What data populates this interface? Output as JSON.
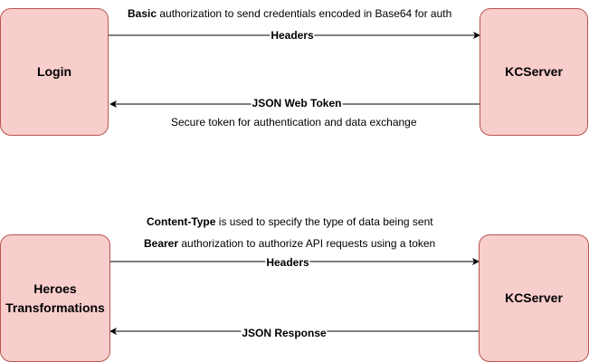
{
  "colors": {
    "node_fill": "#f8cecc",
    "node_border": "#b85450",
    "edge": "#000000"
  },
  "nodes": {
    "login": "Login",
    "kcserver_top": "KCServer",
    "heroes": "Heroes\nTransformations",
    "kcserver_bottom": "KCServer"
  },
  "edges": {
    "top_request_label": "Headers",
    "top_response_label": "JSON Web Token",
    "bottom_request_label": "Headers",
    "bottom_response_label": "JSON Response"
  },
  "notes": {
    "basic_bold": "Basic",
    "basic_rest": " authorization to send credentials encoded in Base64 for auth",
    "secure_token": "Secure token for authentication and data exchange",
    "content_type_bold": "Content-Type",
    "content_type_rest": " is used to specify the type of data being sent",
    "bearer_bold": "Bearer",
    "bearer_rest": " authorization to authorize API requests using a token"
  }
}
